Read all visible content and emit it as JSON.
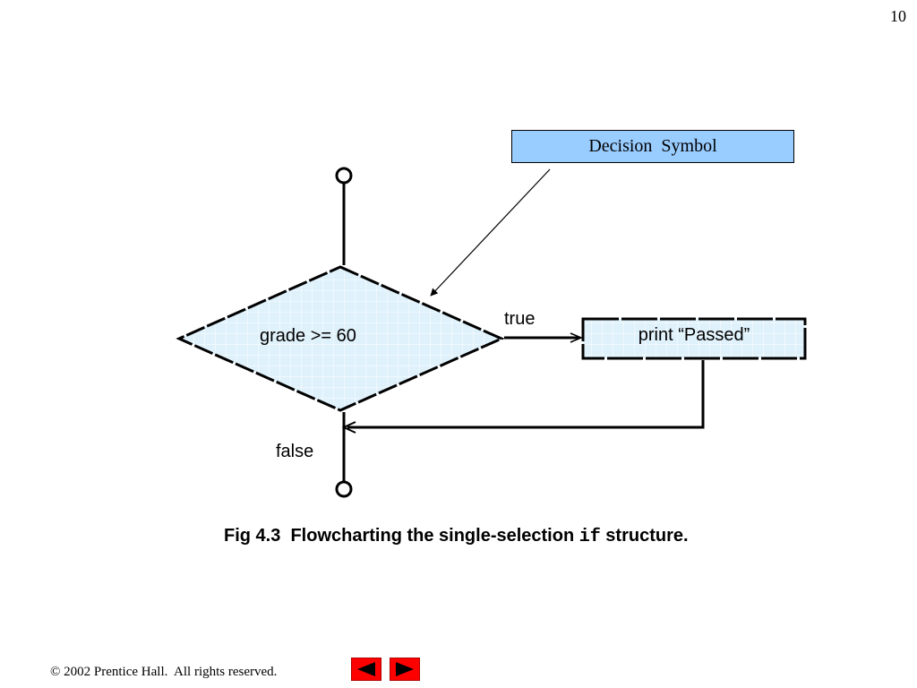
{
  "slide_number": "10",
  "callout": {
    "label": "Decision  Symbol"
  },
  "flowchart": {
    "decision_text": "grade >= 60",
    "true_label": "true",
    "false_label": "false",
    "action_text": "print “Passed”"
  },
  "caption": {
    "prefix": "Fig 4.3  Flowcharting the single-selection ",
    "code": "if",
    "suffix": " structure."
  },
  "footer": {
    "copyright": "© 2002 Prentice Hall.  All rights reserved."
  },
  "navigation": {
    "prev_icon": "triangle-left-icon",
    "next_icon": "triangle-right-icon",
    "color": "#ff0000"
  },
  "colors": {
    "callout_fill": "#99ccff",
    "shape_fill": "#dff1fb"
  }
}
